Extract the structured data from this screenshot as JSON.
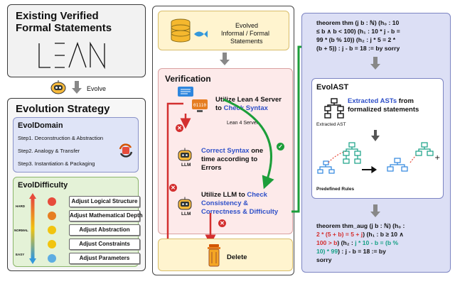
{
  "left": {
    "verified_title_line1": "Existing Verified",
    "verified_title_line2": "Formal Statements",
    "lean_logo": "LEAN",
    "evolve_label": "Evolve",
    "strategy_title": "Evolution Strategy",
    "evoldomain": {
      "title": "EvolDomain",
      "steps": [
        "Step1. Deconstruction & Abstraction",
        "Step2. Analogy & Transfer",
        "Step3. Instantiation & Packaging"
      ]
    },
    "evoldifficulty": {
      "title": "EvolDifficulty",
      "scale": [
        "HARD",
        "NORMAL",
        "EASY"
      ],
      "buttons": [
        "Adjust Logical Structure",
        "Adjust Mathematical Depth",
        "Adjust Abstraction",
        "Adjust Constraints",
        "Adjust Parameters"
      ]
    }
  },
  "middle": {
    "evolved_line1": "Evolved",
    "evolved_line2": "Informal / Formal",
    "evolved_line3": "Statements",
    "verification_title": "Verification",
    "server_text_1": "Utilize Lean 4 Server",
    "server_text_2a": "to ",
    "server_text_2b": "Check Syntax",
    "server_label": "Lean 4 Server",
    "llm_label": "LLM",
    "correct_1a": "Correct Syntax",
    "correct_1b": " one",
    "correct_2": "time according to",
    "correct_3": "Errors",
    "utilize_1a": "Utilize LLM to ",
    "utilize_1b": "Check",
    "utilize_2": "Consistency &",
    "utilize_3": "Correctness & Difficulty",
    "delete_label": "Delete"
  },
  "right": {
    "thm_lines": [
      "theorem thm (j b : ℕ) (h₀ : 10",
      "≤ b ∧ b < 100) (h₁ : 10 * j - b =",
      "99 * (b % 10)) (h₂ : j * 5 = 2 *",
      "(b + 5)) : j - b = 18 := by sorry"
    ],
    "evolast_title": "EvolAST",
    "extracted_1": "Extracted ASTs",
    "extracted_2": " from",
    "extracted_3": "formalized statements",
    "extracted_ast_label": "Extracted AST",
    "predefined_label": "Predefined Rules",
    "aug": {
      "l1": "theorem thm_aug (j b : ℕ) (h₀ :",
      "l2a": "2 * (5 + b) = 5 + j",
      "l2b": ") (h₁ : b ≥ 10 ∧",
      "l3a": "100 > b",
      "l3b": ") (h₂ : ",
      "l3c": "j * 10 - b = (b %",
      "l4a": "10) * 99",
      "l4b": ") : j - b = 18 := by",
      "l5": "sorry"
    }
  },
  "colors": {
    "red": "#d32f2f",
    "green": "#1c9e3a",
    "blue": "#2f50c8",
    "pink": "#fdeaea",
    "lavender": "#dcdff5"
  }
}
